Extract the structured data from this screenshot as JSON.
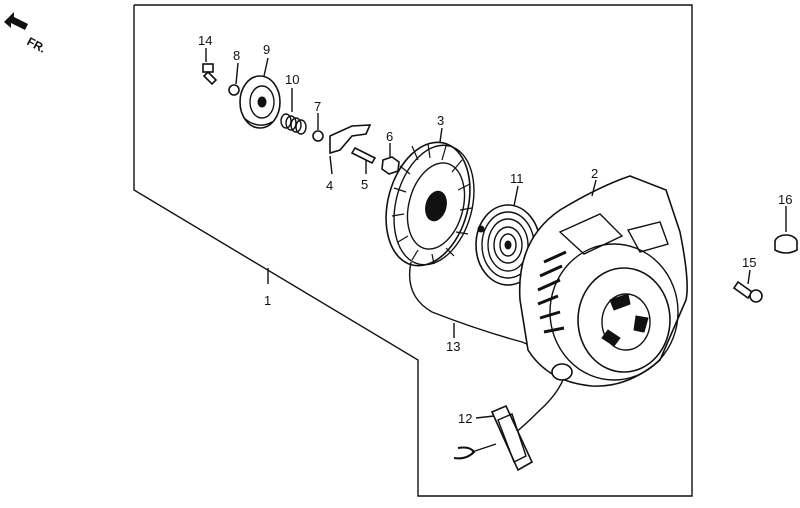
{
  "direction": {
    "label": "FR."
  },
  "callouts": [
    {
      "id": "c1",
      "text": "1"
    },
    {
      "id": "c2",
      "text": "2"
    },
    {
      "id": "c3",
      "text": "3"
    },
    {
      "id": "c4",
      "text": "4"
    },
    {
      "id": "c5",
      "text": "5"
    },
    {
      "id": "c6",
      "text": "6"
    },
    {
      "id": "c7",
      "text": "7"
    },
    {
      "id": "c8",
      "text": "8"
    },
    {
      "id": "c9",
      "text": "9"
    },
    {
      "id": "c10",
      "text": "10"
    },
    {
      "id": "c11",
      "text": "11"
    },
    {
      "id": "c12",
      "text": "12"
    },
    {
      "id": "c13",
      "text": "13"
    },
    {
      "id": "c14",
      "text": "14"
    },
    {
      "id": "c15",
      "text": "15"
    },
    {
      "id": "c16",
      "text": "16"
    }
  ]
}
